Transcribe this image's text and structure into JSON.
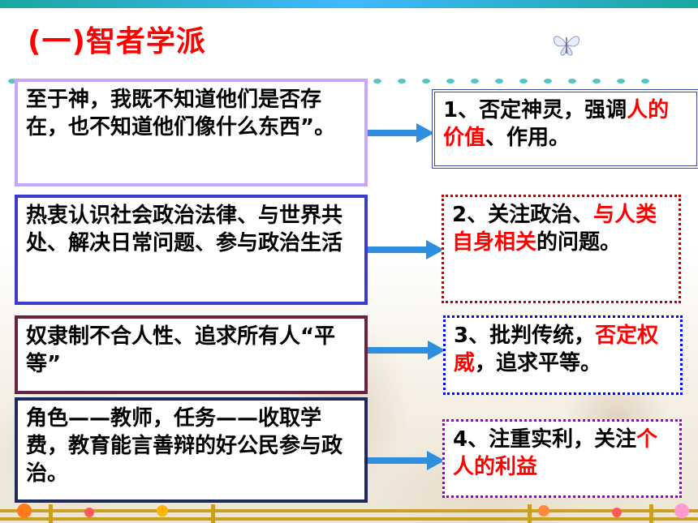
{
  "title": {
    "text": "(一)智者学派"
  },
  "left_boxes": [
    {
      "text": "至于神，我既不知道他们是否存在，也不知道他们像什么东西”。"
    },
    {
      "text": "热衷认识社会政治法律、与世界共处、解决日常问题、参与政治生活"
    },
    {
      "text": "奴隶制不合人性、追求所有人“平等”"
    },
    {
      "text": "角色——教师，任务——收取学费，教育能言善辩的好公民参与政治。"
    }
  ],
  "right_boxes": [
    {
      "pre": "1、否定神灵，强调",
      "red": "人的价值",
      "post": "、作用。"
    },
    {
      "pre": "2、关注政治、",
      "red": "与人类自身相关",
      "post": "的问题。"
    },
    {
      "pre": "3、批判传统，",
      "red": "否定权威",
      "post": "，追求平等。"
    },
    {
      "pre": "4、注重实利，关注",
      "red": "个人的利益",
      "post": ""
    }
  ],
  "colors": {
    "accent_red": "#ff0000",
    "arrow_blue": "#2f8fdf",
    "teal": "#2bb6b0"
  }
}
